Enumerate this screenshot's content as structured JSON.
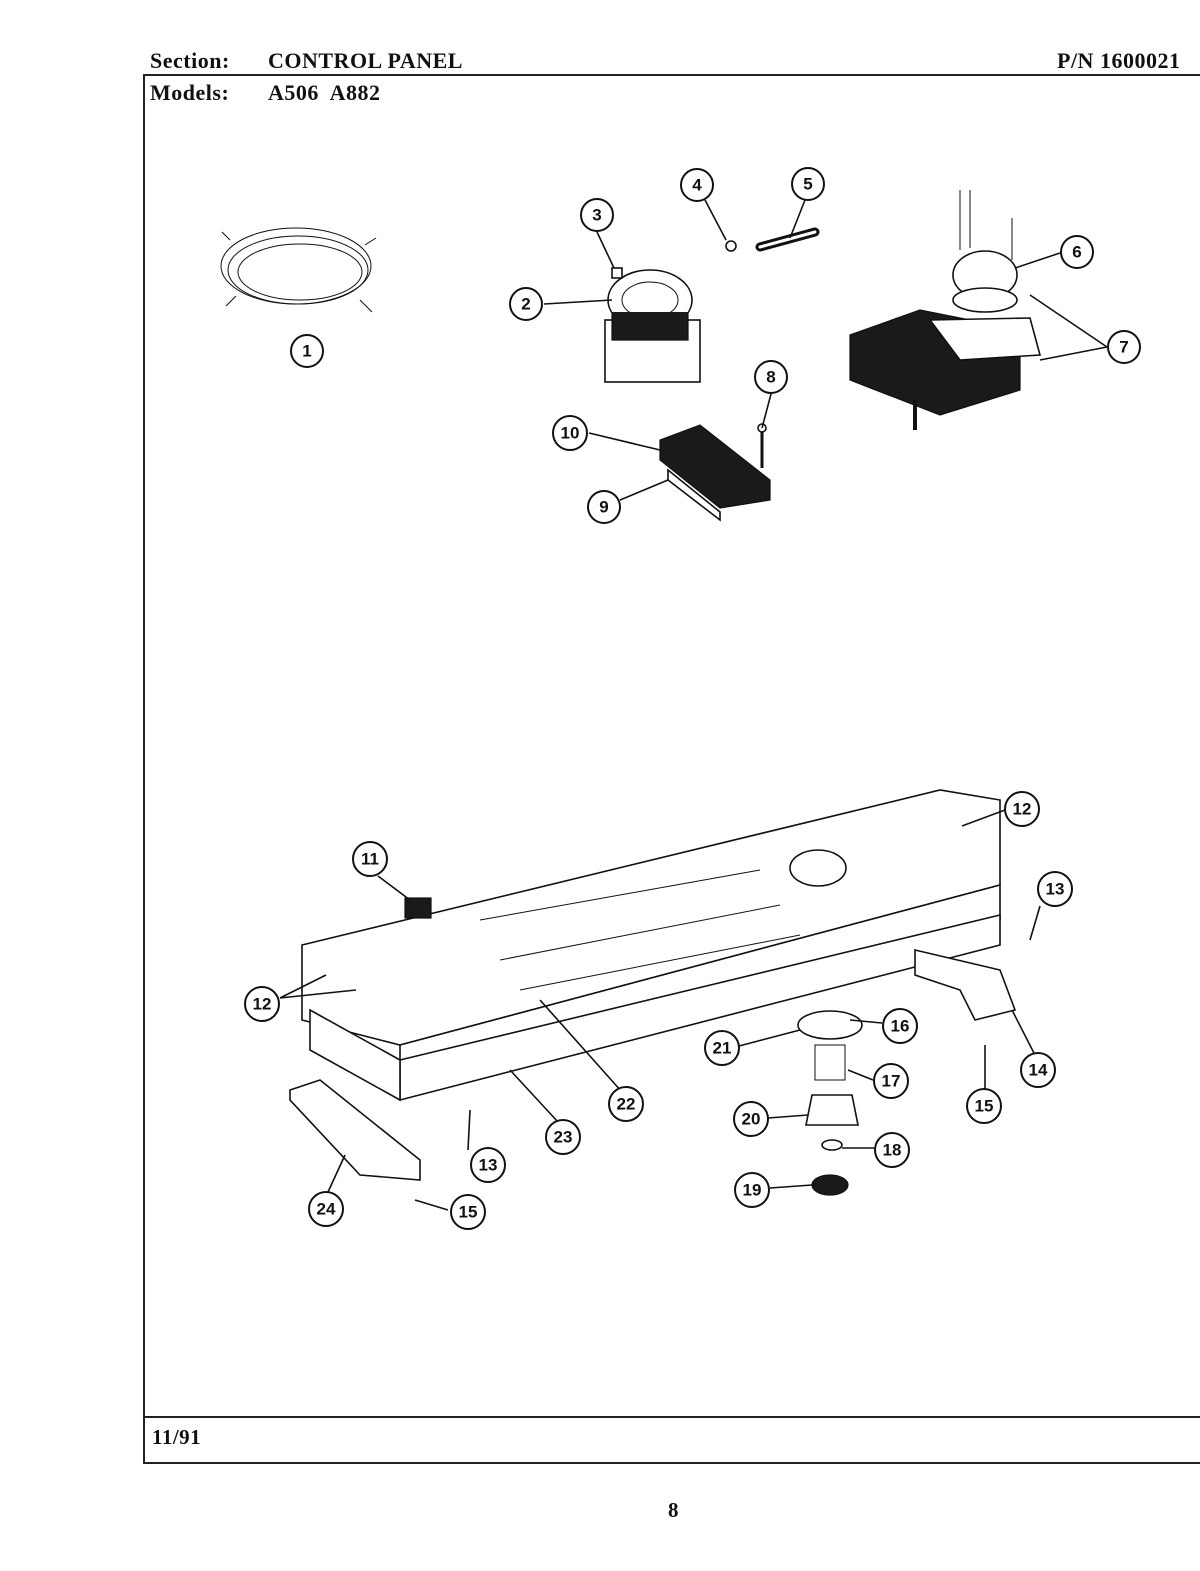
{
  "header": {
    "section_label": "Section:",
    "section_value": "CONTROL PANEL",
    "part_number": "P/N 1600021",
    "models_label": "Models:",
    "models_value": "A506  A882"
  },
  "footer": {
    "date": "11/91",
    "page_number": "8"
  },
  "callouts": [
    "1",
    "2",
    "3",
    "4",
    "5",
    "6",
    "7",
    "8",
    "9",
    "10",
    "11",
    "12",
    "13",
    "14",
    "15",
    "16",
    "17",
    "18",
    "19",
    "20",
    "21",
    "22",
    "23",
    "24"
  ]
}
